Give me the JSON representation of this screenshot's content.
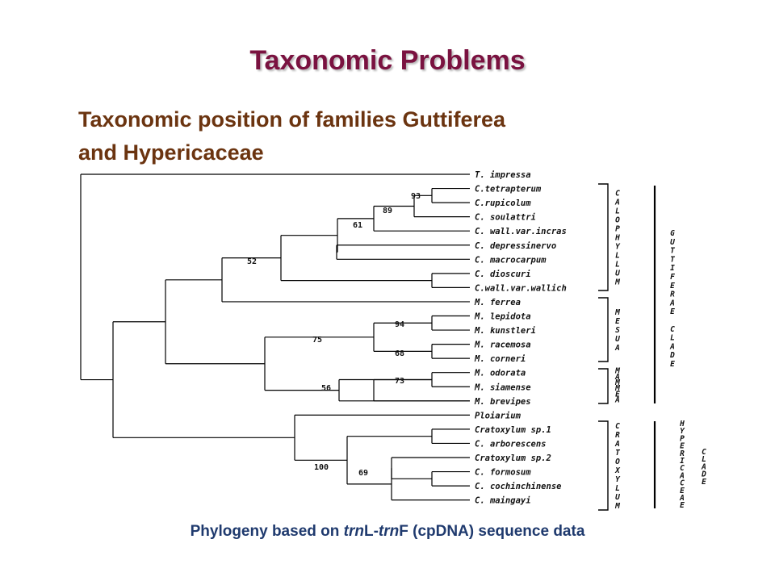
{
  "slide": {
    "title": "Taxonomic Problems",
    "subtitle_line1": "Taxonomic position of families Guttiferea",
    "subtitle_line2": "and Hypericaceae",
    "caption_part1": "Phylogeny based on ",
    "caption_gene1": "trn",
    "caption_part2": "L-",
    "caption_gene2": "trn",
    "caption_part3": "F (cpDNA) sequence data",
    "title_color": "#7a1240",
    "subtitle_color": "#6b3410",
    "caption_color": "#1f3a6e"
  },
  "tree": {
    "taxa": [
      "T. impressa",
      "C.tetrapterum",
      "C.rupicolum",
      "C. soulattri",
      "C. wall.var.incras",
      "C. depressinervo",
      "C. macrocarpum",
      "C. dioscuri",
      "C.wall.var.wallich",
      "M. ferrea",
      "M. lepidota",
      "M. kunstleri",
      "M. racemosa",
      "M. corneri",
      "M. odorata",
      "M. siamense",
      "M. brevipes",
      "Ploiarium",
      "Cratoxylum sp.1",
      "C. arborescens",
      "Cratoxylum sp.2",
      "C. formosum",
      "C. cochinchinense",
      "C. maingayi"
    ],
    "support_values": [
      "93",
      "89",
      "61",
      "52",
      "94",
      "75",
      "68",
      "73",
      "56",
      "100",
      "69"
    ],
    "genus_groups": [
      {
        "label": "CALOPHYLLUM"
      },
      {
        "label": "MESUA"
      },
      {
        "label": "MAMMEA"
      },
      {
        "label": "CRATOXYLUM"
      }
    ],
    "clades": [
      {
        "label": "GUTTIFERAE CLADE"
      },
      {
        "label": "HYPERICACEAE CLADE"
      }
    ]
  }
}
